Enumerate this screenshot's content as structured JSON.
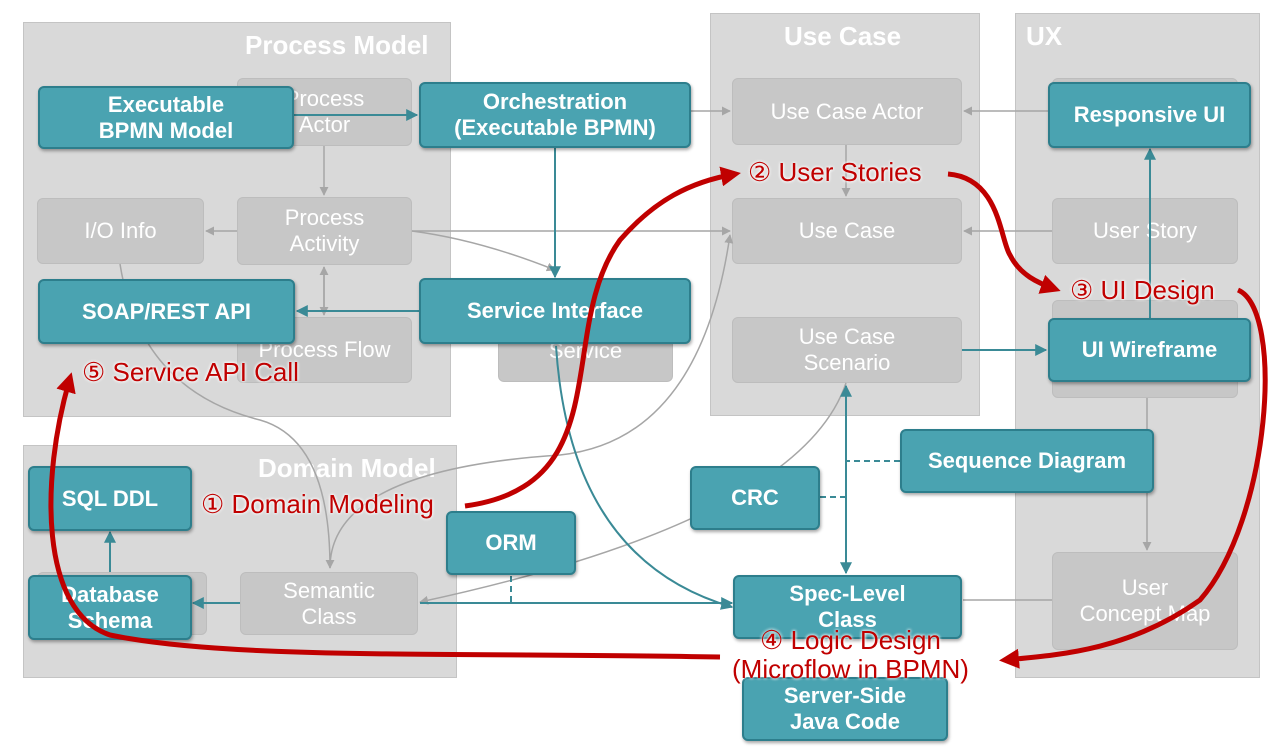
{
  "regions": {
    "process_model": "Process Model",
    "use_case": "Use Case",
    "ux": "UX",
    "domain_model": "Domain Model"
  },
  "grey_boxes": {
    "process_actor": "Process\nActor",
    "io_info": "I/O Info",
    "process_activity": "Process\nActivity",
    "process_flow": "Process Flow",
    "service": "Service",
    "use_case_actor": "Use Case Actor",
    "use_case": "Use Case",
    "use_case_scenario": "Use Case\nScenario",
    "user_story": "User Story",
    "user_concept_map": "User\nConcept Map",
    "semantic_class": "Semantic\nClass"
  },
  "teal_boxes": {
    "executable_bpmn_model": "Executable\nBPMN Model",
    "orchestration": "Orchestration\n(Executable BPMN)",
    "soap_rest_api": "SOAP/REST API",
    "service_interface": "Service Interface",
    "responsive_ui": "Responsive UI",
    "ui_wireframe": "UI Wireframe",
    "sequence_diagram": "Sequence Diagram",
    "crc": "CRC",
    "orm": "ORM",
    "sql_ddl": "SQL DDL",
    "database_schema": "Database\nSchema",
    "spec_level_class": "Spec-Level\nClass",
    "server_side_java_code": "Server-Side\nJava Code"
  },
  "steps": {
    "domain_modeling": "① Domain Modeling",
    "user_stories": "② User Stories",
    "ui_design": "③ UI Design",
    "logic_design": "④ Logic Design\n(Microflow in BPMN)",
    "service_api_call": "⑤ Service API Call"
  },
  "colors": {
    "region_bg": "#d9d9d9",
    "grey_box": "#c7c7c7",
    "teal_box": "#4aa3b1",
    "teal_border": "#2d7e8c",
    "step_red": "#c00000",
    "connector_teal": "#3a8a96",
    "connector_grey": "#a6a6a6"
  }
}
